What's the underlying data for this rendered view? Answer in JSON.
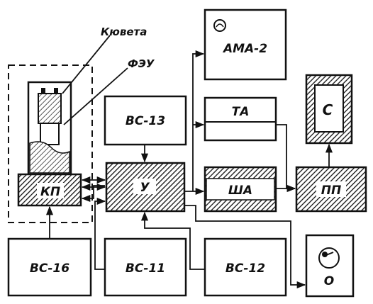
{
  "blocks": {
    "kp": "КП",
    "u": "У",
    "vs13": "ВС-13",
    "vs16": "ВС-16",
    "vs11": "ВС-11",
    "vs12": "ВС-12",
    "ama2": "АМА-2",
    "ta": "ТА",
    "sha": "ША",
    "pp": "ПП",
    "s": "С",
    "o": "О"
  },
  "annotations": {
    "cuvette": "Кювета",
    "pmt": "ФЭУ"
  }
}
